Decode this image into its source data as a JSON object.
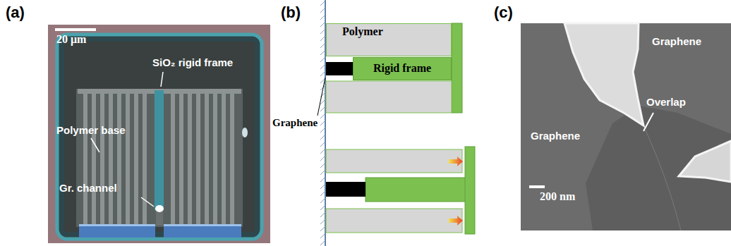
{
  "diagram": {
    "nodes": [
      {
        "text": [
          "Polymer"
        ]
      },
      {
        "text": [
          "Rigid frame"
        ]
      }
    ],
    "labels": [
      "(a)",
      "20 μm",
      "SiO₂ rigid frame",
      "Polymer base",
      "Gr. channel",
      "(b)",
      "Graphene",
      "(c)",
      "Graphene",
      "Overlap",
      "Graphene",
      "200 nm"
    ]
  }
}
